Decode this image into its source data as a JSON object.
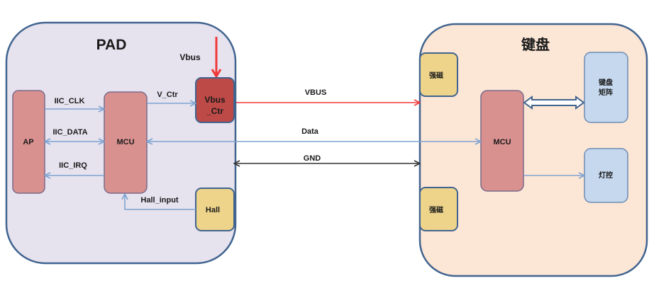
{
  "colors": {
    "pad_bg": "#e6e2ee",
    "keyboard_bg": "#fce6d6",
    "container_border": "#41648f",
    "red_block": "#d99190",
    "dark_red_block": "#bd4a47",
    "yellow_block": "#eed48a",
    "blue_block": "#c5d8ee",
    "signal_blue": "#7ea3d1",
    "vbus_red": "#f0393a",
    "gnd_black": "#333333"
  },
  "pad": {
    "title": "PAD",
    "vbus_label": "Vbus",
    "blocks": {
      "ap": "AP",
      "mcu": "MCU",
      "vbus_ctr_line1": "Vbus",
      "vbus_ctr_line2": "_Ctr",
      "hall": "Hall"
    },
    "signals": {
      "iic_clk": "IIC_CLK",
      "iic_data": "IIC_DATA",
      "iic_irq": "IIC_IRQ",
      "v_ctr": "V_Ctr",
      "hall_input": "Hall_input"
    }
  },
  "links": {
    "vbus": "VBUS",
    "data": "Data",
    "gnd": "GND"
  },
  "keyboard": {
    "title": "键盘",
    "blocks": {
      "magnet_top": "强磁",
      "magnet_bottom": "强磁",
      "mcu": "MCU",
      "matrix_line1": "键盘",
      "matrix_line2": "矩阵",
      "light_ctrl": "灯控"
    }
  }
}
